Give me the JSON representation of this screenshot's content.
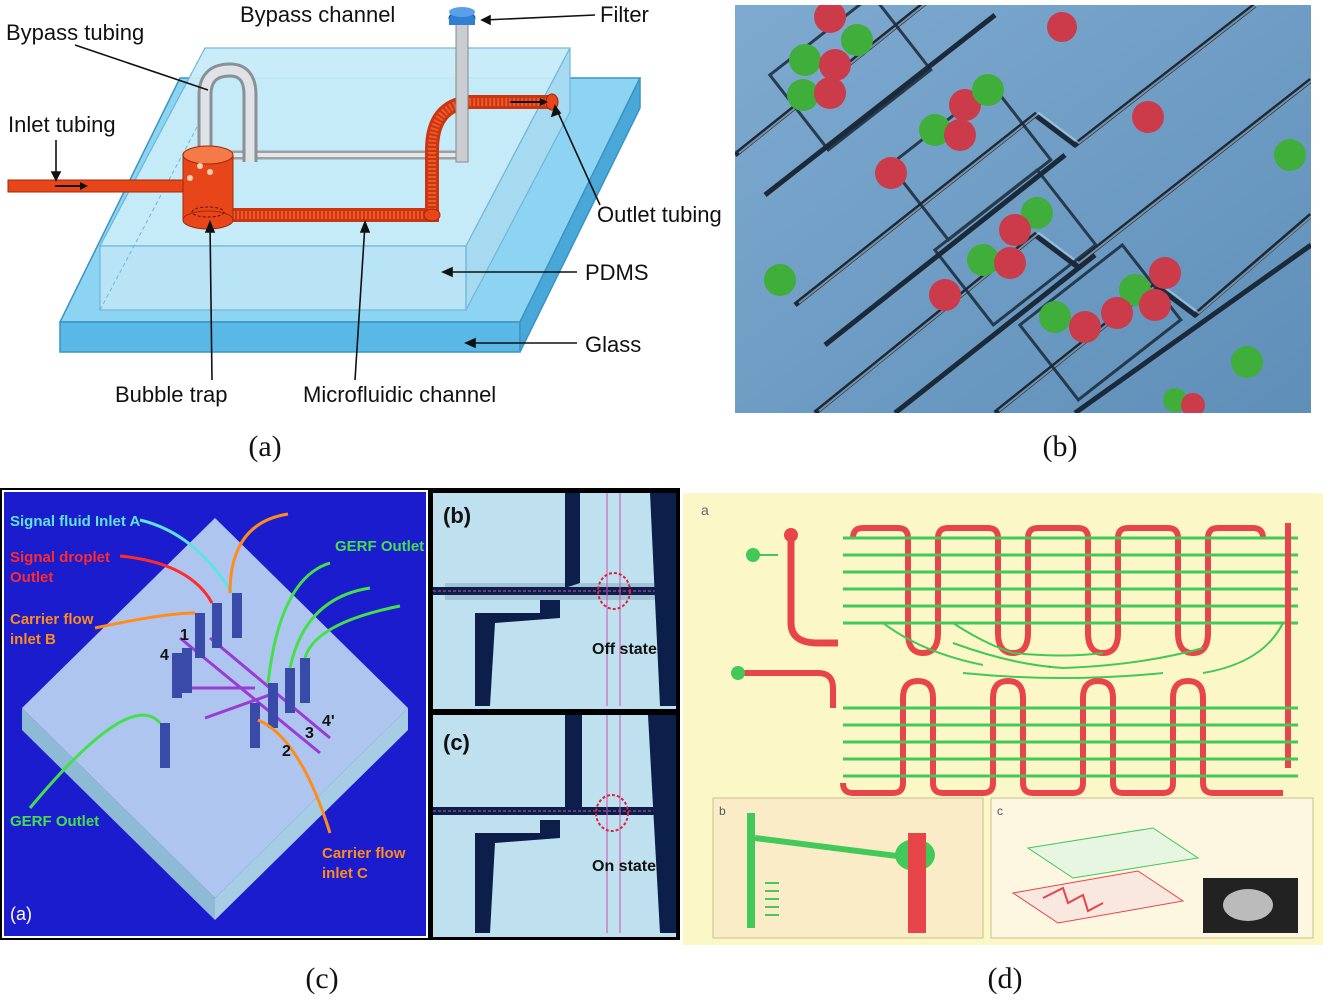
{
  "figure": {
    "captions": [
      "(a)",
      "(b)",
      "(c)",
      "(d)"
    ]
  },
  "panel_a": {
    "labels": {
      "bypass_tubing": "Bypass tubing",
      "bypass_channel": "Bypass channel",
      "filter": "Filter",
      "inlet_tubing": "Inlet tubing",
      "outlet_tubing": "Outlet tubing",
      "pdms": "PDMS",
      "glass": "Glass",
      "bubble_trap": "Bubble trap",
      "microfluidic_channel": "Microfluidic channel"
    },
    "colors": {
      "tubing": "#e8461a",
      "pdms": "#bfe6f6",
      "glass": "#74c6ec",
      "metal": "#c9cdd2",
      "filter": "#2f7fd3"
    }
  },
  "panel_b": {
    "colors": {
      "background": "#6f9cc4",
      "red_bead": "#cc3b4a",
      "green_bead": "#3fae3a"
    }
  },
  "panel_c": {
    "labels": {
      "signal_inlet_a": "Signal fluid Inlet A",
      "signal_droplet_outlet_1": "Signal droplet",
      "signal_droplet_outlet_2": "Outlet",
      "carrier_inlet_b_1": "Carrier flow",
      "carrier_inlet_b_2": "inlet B",
      "gerf_outlet_top": "GERF Outlet",
      "gerf_outlet_bottom": "GERF Outlet",
      "carrier_inlet_c_1": "Carrier flow",
      "carrier_inlet_c_2": "inlet C",
      "sub_a": "(a)",
      "sub_b": "(b)",
      "sub_c": "(c)",
      "off_state": "Off state",
      "on_state": "On state",
      "port_1": "1",
      "port_2": "2",
      "port_3": "3",
      "port_4": "4",
      "port_4p": "4'"
    },
    "colors": {
      "background": "#1c1ccf",
      "cyan": "#5fe3e0",
      "red": "#ff2a2a",
      "orange": "#ff8c1a",
      "green": "#44e04a",
      "micro_bg": "#bfe0ee",
      "micro_dark": "#0b1f4a"
    }
  },
  "panel_d": {
    "labels": {
      "sub_a": "a",
      "sub_b": "b",
      "sub_c": "c"
    },
    "colors": {
      "background": "#fbf7c6",
      "red": "#e8454a",
      "green": "#43c85a"
    }
  }
}
